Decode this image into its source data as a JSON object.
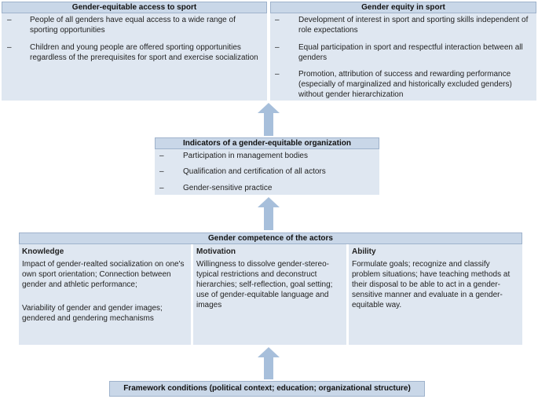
{
  "access": {
    "title": "Gender-equitable access to sport",
    "items": [
      {
        "dash": "–",
        "text": "People of all genders have equal access to a wide range of sporting opportunities"
      },
      {
        "dash": "–",
        "text": "Children and young people are offered sporting opportunities regardless of the prerequisites for sport and exercise socialization"
      }
    ]
  },
  "equity": {
    "title": "Gender equity in sport",
    "items": [
      {
        "dash": "–",
        "text": "Development of interest in sport and sporting skills independent of role expectations"
      },
      {
        "dash": "–",
        "text": "Equal participation in sport and respectful interaction between all genders"
      },
      {
        "dash": "–",
        "text": "Promotion, attribution of success and rewarding performance (especially of marginalized and historically excluded genders) without gender hierarchization"
      }
    ]
  },
  "indicators": {
    "title": "Indicators of a gender-equitable organization",
    "items": [
      {
        "dash": "–",
        "text": "Participation in management bodies"
      },
      {
        "dash": "–",
        "text": "Qualification and certification of all actors"
      },
      {
        "dash": "–",
        "text": "Gender-sensitive practice"
      }
    ]
  },
  "competence": {
    "title": "Gender competence of the actors",
    "columns": [
      {
        "head": "Knowledge",
        "text1": "Impact of gender-realted socialization on one's own sport orientation; Connection between gender and athletic performance;",
        "text2": "Variability of gender and gender images; gendered and gendering mechanisms"
      },
      {
        "head": "Motivation",
        "text1": "Willingness to dissolve gender-stereo-typical restrictions and deconstruct hierarchies; self-reflection, goal setting; use of gender-equitable language and images",
        "text2": ""
      },
      {
        "head": "Ability",
        "text1": "Formulate goals; recognize and classify problem situations; have teaching methods at their disposal to be able to act in a gender-sensitive manner and evaluate in a gender-equitable way.",
        "text2": ""
      }
    ]
  },
  "framework": {
    "title": "Framework conditions (political context; education; organizational structure)"
  },
  "colors": {
    "header": "#c9d7e8",
    "body": "#dfe7f1",
    "arrow": "#a7bfdb"
  }
}
